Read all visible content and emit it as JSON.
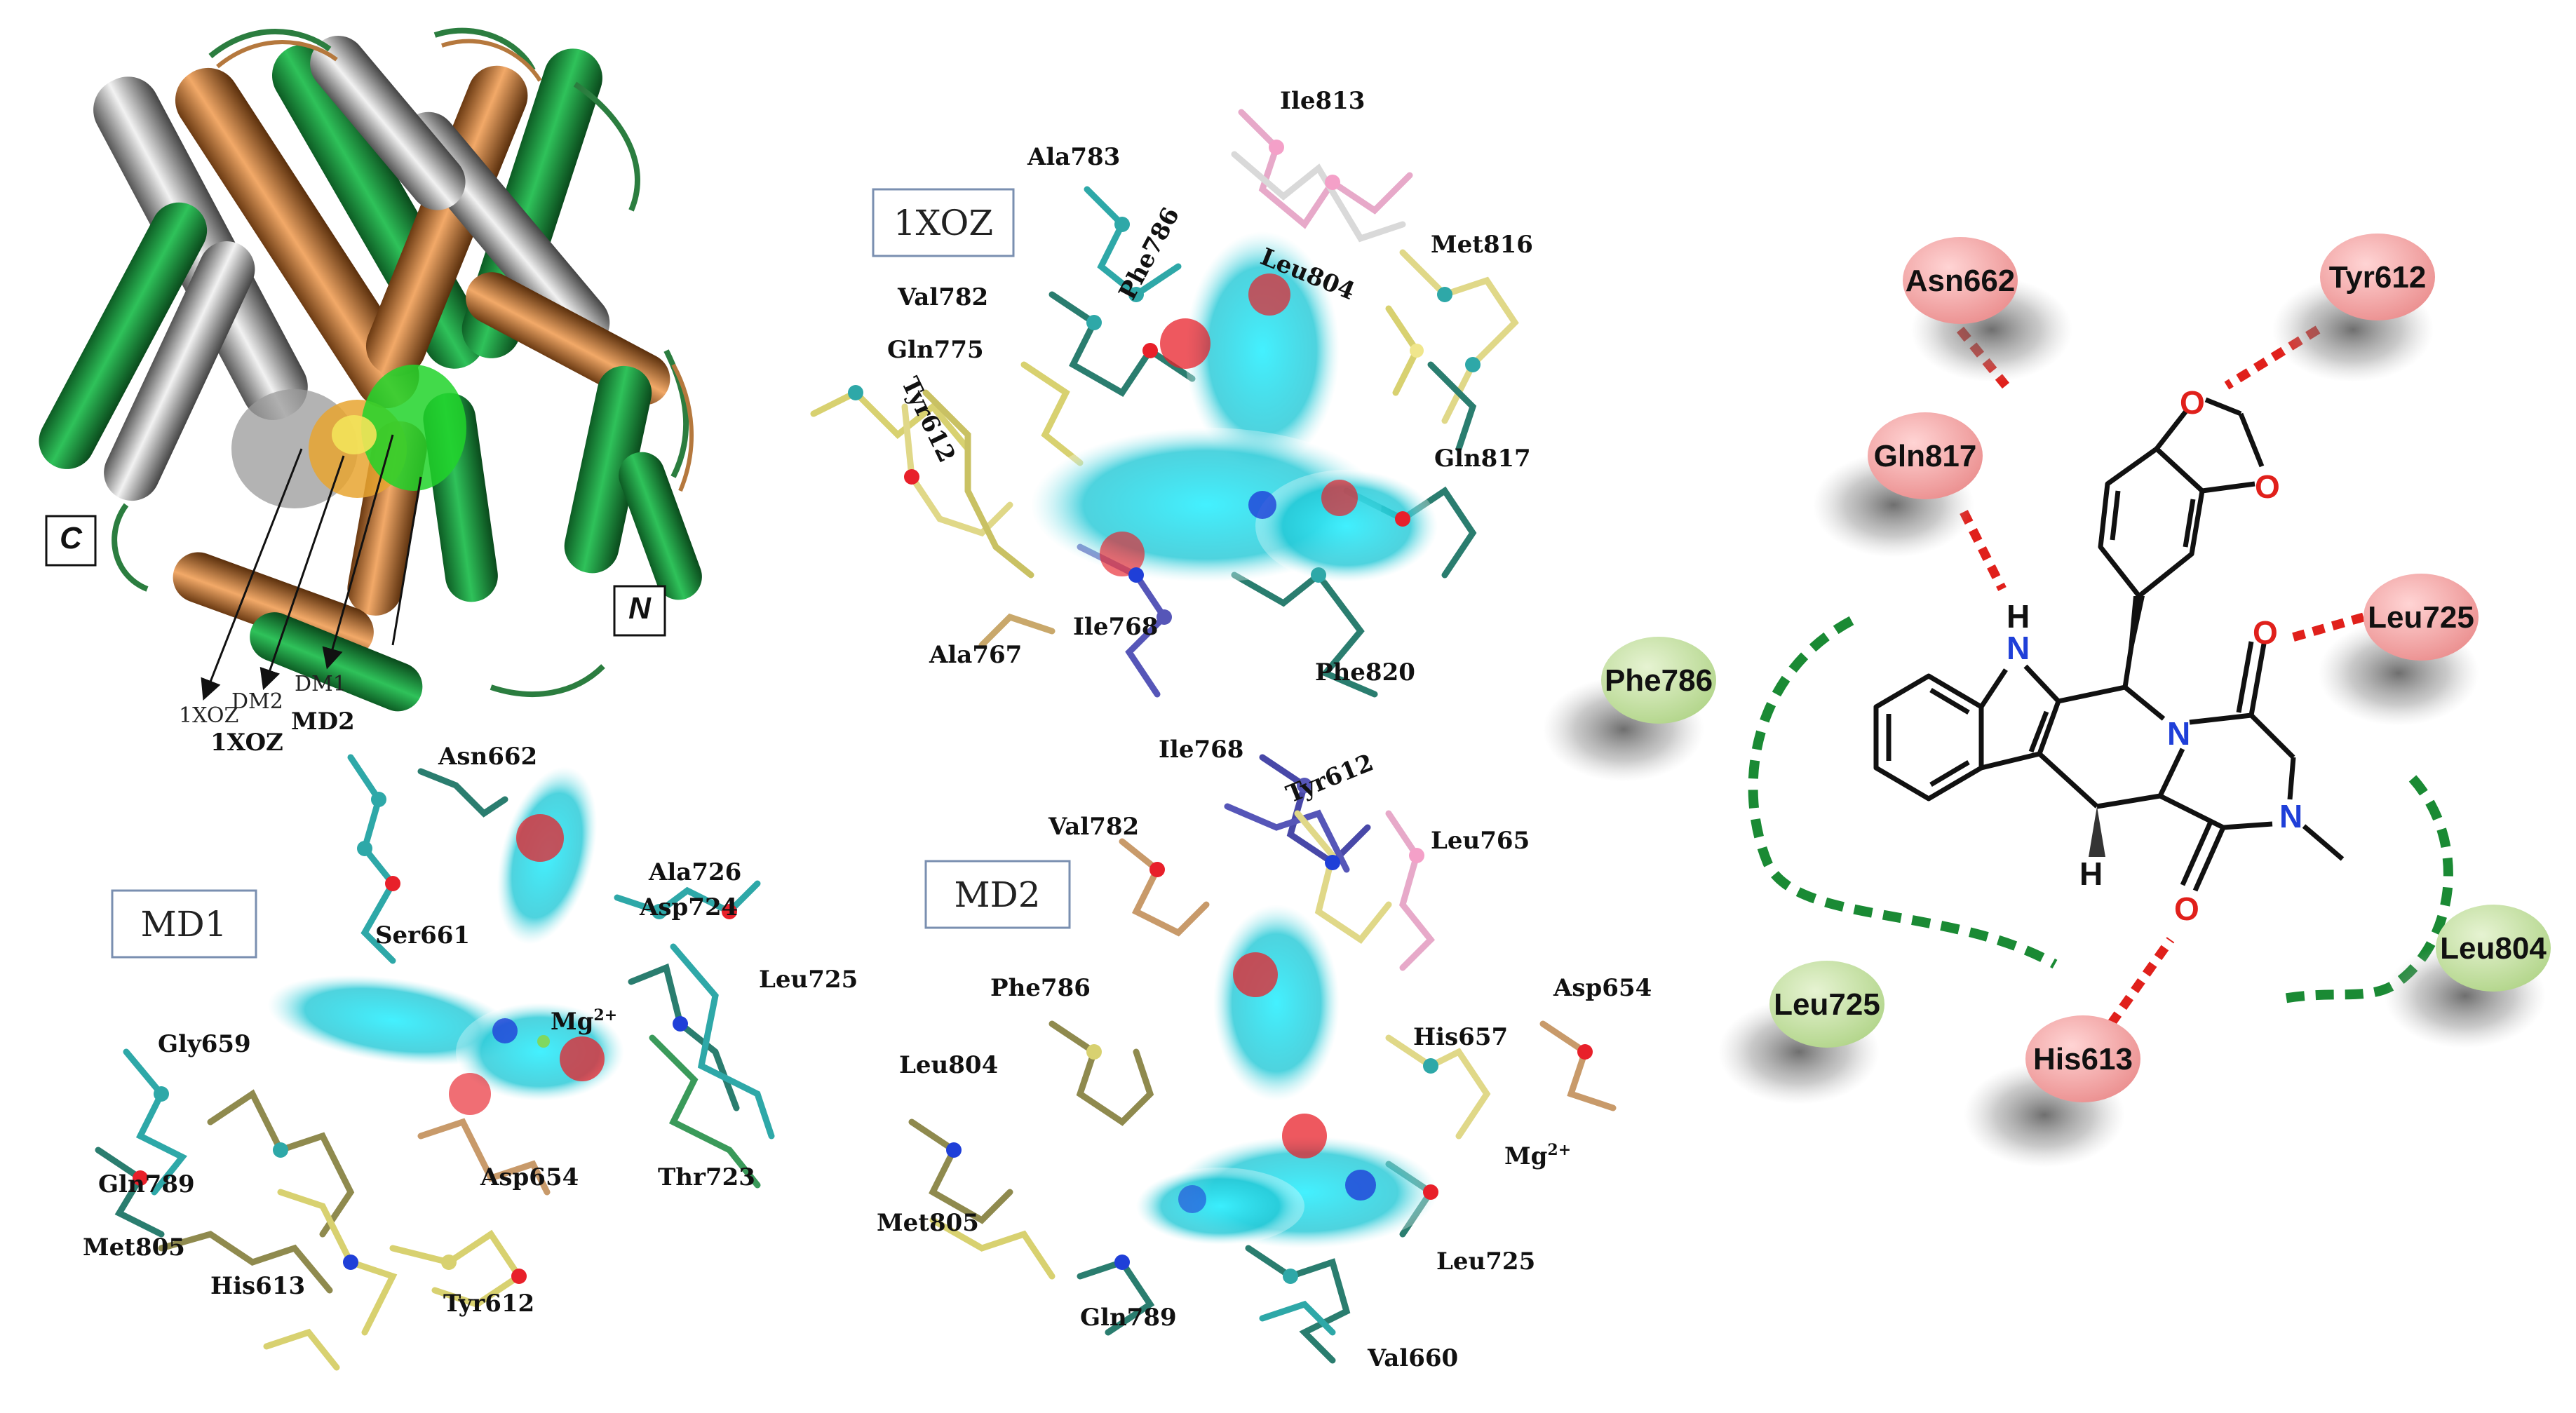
{
  "colors": {
    "hbond": "#e0201b",
    "hydrophobic": "#1a8a34",
    "polar_residue": "#f3a6a6",
    "hydrophobic_residue": "#c6e0a6",
    "surface_cyan": "#22d3df",
    "oxygen": "#e8202a",
    "nitrogen": "#1f3fd8",
    "helix_green": "#1fa544",
    "helix_copper": "#c97a3a",
    "helix_grey": "#b8b8b8"
  },
  "structure": {
    "chain_c": "C",
    "chain_n": "N",
    "arrow_labels": [
      "1XOZ",
      "DM2",
      "DM1",
      "MD2"
    ],
    "bottom_label": "1XOZ"
  },
  "panels": {
    "p1xoz": {
      "title": "1XOZ",
      "residues": [
        "Ile813",
        "Ala783",
        "Met816",
        "Leu804",
        "Phe786",
        "Val782",
        "Gln775",
        "Tyr612",
        "Gln817",
        "Ile768",
        "Ala767",
        "Phe820"
      ]
    },
    "md1": {
      "title": "MD1",
      "residues": [
        "Asn662",
        "Ala726",
        "Asp724",
        "Ser661",
        "Leu725",
        "Gly659",
        "Gln789",
        "Asp654",
        "Thr723",
        "Met805",
        "His613",
        "Tyr612"
      ],
      "ion": "Mg",
      "ion_charge": "2+"
    },
    "md2": {
      "title": "MD2",
      "residues": [
        "Ile768",
        "Tyr612",
        "Val782",
        "Leu765",
        "Phe786",
        "Asp654",
        "Leu804",
        "His657",
        "Met805",
        "Leu725",
        "Gln789",
        "Val660"
      ],
      "ion": "Mg",
      "ion_charge": "2+"
    }
  },
  "interaction_map": {
    "hbond_residues": [
      "Asn662",
      "Tyr612",
      "Gln817",
      "Leu725",
      "His613"
    ],
    "hydrophobic_residues": [
      "Phe786",
      "Leu725",
      "Leu804"
    ],
    "atoms": {
      "o": "O",
      "n": "N",
      "h": "H"
    }
  }
}
